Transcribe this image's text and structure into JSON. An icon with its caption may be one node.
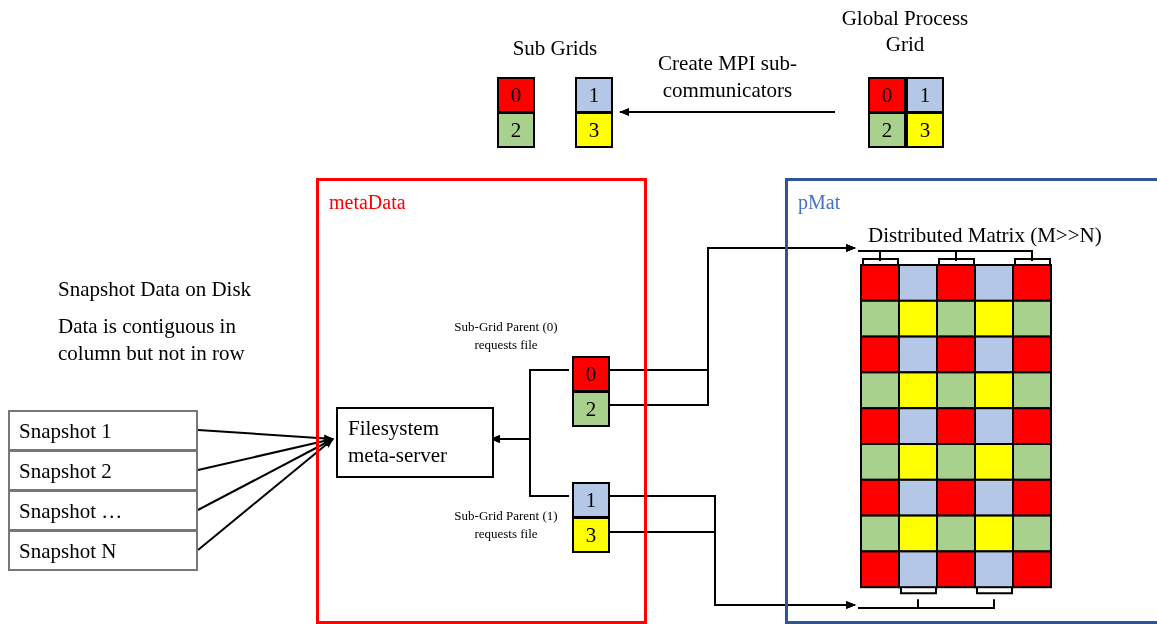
{
  "diagram": {
    "nodes": [
      {
        "text": [
          "Sub Grids"
        ]
      },
      {
        "text": [
          "0"
        ],
        "in": 0
      },
      {
        "text": [
          "2"
        ],
        "in": 0
      },
      {
        "text": [
          "1"
        ],
        "in": 0
      },
      {
        "text": [
          "3"
        ],
        "in": 0
      },
      {
        "text": [
          "Global Process Grid"
        ]
      },
      {
        "text": [
          "0"
        ],
        "in": 5
      },
      {
        "text": [
          "1"
        ],
        "in": 5
      },
      {
        "text": [
          "2"
        ],
        "in": 5
      },
      {
        "text": [
          "3"
        ],
        "in": 5
      },
      {
        "text": [
          "metaData"
        ]
      },
      {
        "text": [
          "Filesystem meta-server"
        ],
        "in": 10
      },
      {
        "text": [
          "0"
        ],
        "in": 10,
        "beside": [
          "Sub-Grid Parent (0) requests file"
        ]
      },
      {
        "text": [
          "2"
        ],
        "in": 10
      },
      {
        "text": [
          "1"
        ],
        "in": 10,
        "beside": [
          "Sub-Grid Parent (1) requests file"
        ]
      },
      {
        "text": [
          "3"
        ],
        "in": 10
      },
      {
        "text": [
          "pMat"
        ]
      },
      {
        "text": [
          "Distributed Matrix (M>>N)"
        ],
        "in": 16
      },
      {
        "text": [
          "Snapshot 1"
        ]
      },
      {
        "text": [
          "Snapshot 2"
        ]
      },
      {
        "text": [
          "Snapshot …"
        ]
      },
      {
        "text": [
          "Snapshot N"
        ]
      }
    ],
    "edges": [
      {
        "from": 5,
        "to": 0,
        "arrow": "to",
        "label": "Create MPI sub-communicators"
      },
      {
        "from": 18,
        "to": 11,
        "arrow": "to"
      },
      {
        "from": 19,
        "to": 11,
        "arrow": "to"
      },
      {
        "from": 20,
        "to": 11,
        "arrow": "to"
      },
      {
        "from": 21,
        "to": 11,
        "arrow": "to"
      },
      {
        "from": 12,
        "to": 11,
        "arrow": "to"
      },
      {
        "from": 14,
        "to": 11,
        "arrow": "to"
      },
      {
        "from": 12,
        "to": 17,
        "arrow": "to"
      },
      {
        "from": 13,
        "to": 17,
        "arrow": "to"
      },
      {
        "from": 14,
        "to": 17,
        "arrow": "to"
      },
      {
        "from": 15,
        "to": 17,
        "arrow": "to"
      }
    ],
    "labels": [
      "Snapshot Data on Disk",
      "Data is contiguous in column but not in row"
    ]
  }
}
